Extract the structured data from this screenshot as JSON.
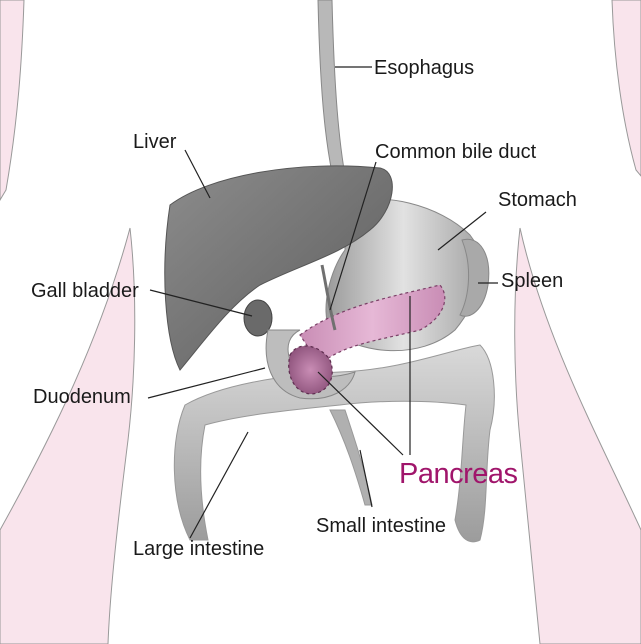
{
  "diagram": {
    "labels": {
      "esophagus": "Esophagus",
      "liver": "Liver",
      "common_bile_duct": "Common bile duct",
      "stomach": "Stomach",
      "gall_bladder": "Gall bladder",
      "spleen": "Spleen",
      "duodenum": "Duodenum",
      "pancreas": "Pancreas",
      "small_intestine": "Small intestine",
      "large_intestine": "Large intestine"
    },
    "colors": {
      "body_pink": "#f9e4ec",
      "organ_gray": "#7a7a7a",
      "pancreas_pink": "#d79ac3",
      "pancreas_label": "#a0156b"
    }
  }
}
